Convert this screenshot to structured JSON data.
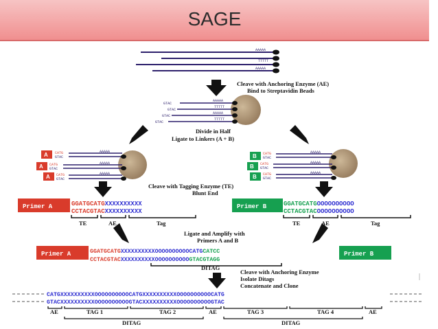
{
  "slide": {
    "title": "SAGE"
  },
  "labels": {
    "step1a": "Cleave with Anchoring Enzyme (AE)",
    "step1b": "Bind to Streptavidin Beads",
    "step2a": "Divide in Half",
    "step2b": "Ligate to Linkers (A + B)",
    "step3a": "Cleave with Tagging Enzyme (TE)",
    "step3b": "Blunt End",
    "step4a": "Ligate and Amplify with",
    "step4b": "Primers A and B",
    "step5a": "Cleave with Anchoring Enzyme",
    "step5b": "Isolate Ditags",
    "step5c": "Concatenate and Clone"
  },
  "tails": {
    "polyA": "AAAAA",
    "polyT": "TTTTT"
  },
  "overhangs": {
    "gtac": "GTAC",
    "catg": "CATG"
  },
  "linkers": {
    "a": "A",
    "b": "B"
  },
  "primers": {
    "a": "Primer A",
    "b": "Primer B"
  },
  "seqs": {
    "left_top_red": "GGATGCATG",
    "left_top_blue": "XXXXXXXXXX",
    "left_bot_red": "CCTACGTAC",
    "left_bot_blue": "XXXXXXXXXX",
    "right_top_green": "GGATGCATG",
    "right_top_blue": "OOOOOOOOOO",
    "right_bot_green": "CCTACGTAC",
    "right_bot_blue": "OOOOOOOOOO",
    "ditag_top_red": "GGATGCATG",
    "ditag_top_blue": "XXXXXXXXXXOOOOOOOOOOCATG",
    "ditag_top_green": "CATCC",
    "ditag_bot_red": "CCTACGTAC",
    "ditag_bot_blue": "XXXXXXXXXXOOOOOOOOOO",
    "ditag_bot_green": "GTACGTAGG",
    "concat_top": "CATGXXXXXXXXXXOOOOOOOOOOCATGXXXXXXXXXXOOOOOOOOOOCATG",
    "concat_bot": "GTACXXXXXXXXXXOOOOOOOOOOGTACXXXXXXXXXXOOOOOOOOOOGTAC"
  },
  "brackets": {
    "te": "TE",
    "ae": "AE",
    "tag": "Tag",
    "ditag": "DITAG",
    "tag1": "TAG 1",
    "tag2": "TAG 2",
    "tag3": "TAG 3",
    "tag4": "TAG 4"
  },
  "colors": {
    "red": "#d93b2b",
    "green": "#16a050",
    "blue": "#2a2ad0",
    "bead": "#b39a7d",
    "strand": "#2c1f6b"
  }
}
